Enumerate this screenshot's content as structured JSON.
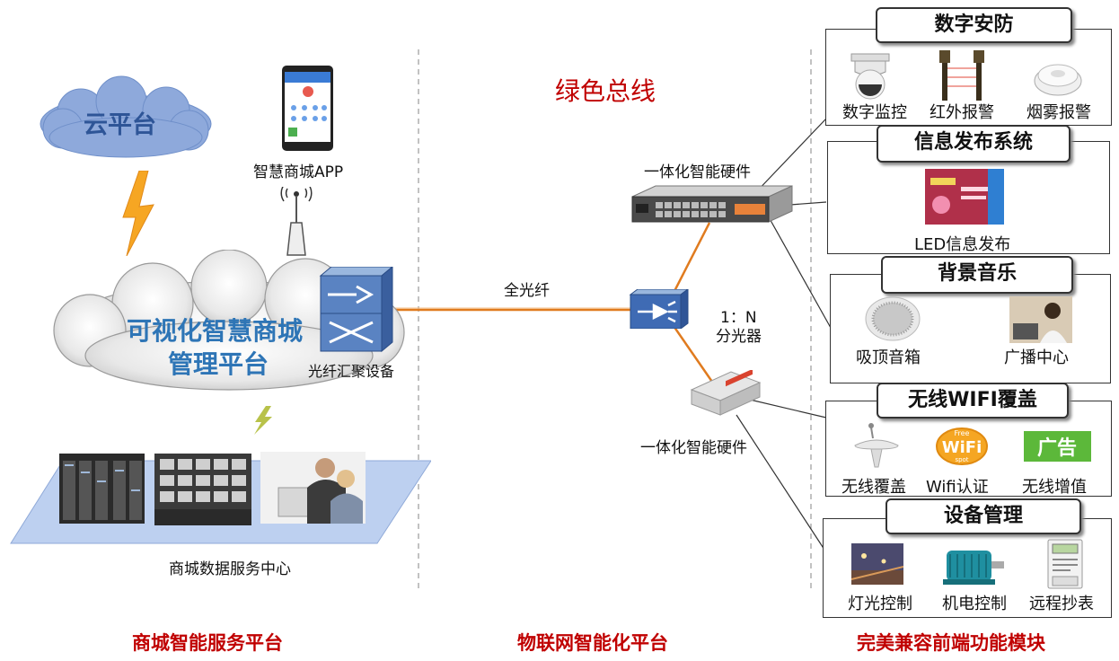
{
  "left": {
    "cloud_small_label": "云平台",
    "app_label": "智慧商城APP",
    "cloud_big_label_line1": "可视化智慧商城",
    "cloud_big_label_line2": "管理平台",
    "aggregation_label": "光纤汇聚设备",
    "datacenter_label": "商城数据服务中心"
  },
  "middle": {
    "bus_label": "绿色总线",
    "fiber_label": "全光纤",
    "splitter_label_line1": "1：N",
    "splitter_label_line2": "分光器",
    "hardware_top_label": "一体化智能硬件",
    "hardware_bottom_label": "一体化智能硬件"
  },
  "modules": [
    {
      "title": "数字安防",
      "items": [
        "数字监控",
        "红外报警",
        "烟雾报警"
      ]
    },
    {
      "title": "信息发布系统",
      "items": [
        "LED信息发布"
      ]
    },
    {
      "title": "背景音乐",
      "items": [
        "吸顶音箱",
        "广播中心"
      ]
    },
    {
      "title": "无线WIFI覆盖",
      "items": [
        "无线覆盖",
        "Wifi认证",
        "无线增值"
      ]
    },
    {
      "title": "设备管理",
      "items": [
        "灯光控制",
        "机电控制",
        "远程抄表"
      ]
    }
  ],
  "icons": {
    "wifi_badge_top": "Free",
    "wifi_badge_main": "WiFi",
    "wifi_badge_bottom": "spot",
    "ad_badge": "广告"
  },
  "sections": {
    "left": "商城智能服务平台",
    "middle": "物联网智能化平台",
    "right": "完美兼容前端功能模块"
  },
  "colors": {
    "section_red": "#c00000",
    "cloud_blue": "#2e75b6",
    "fiber_orange": "#e07b1f"
  }
}
